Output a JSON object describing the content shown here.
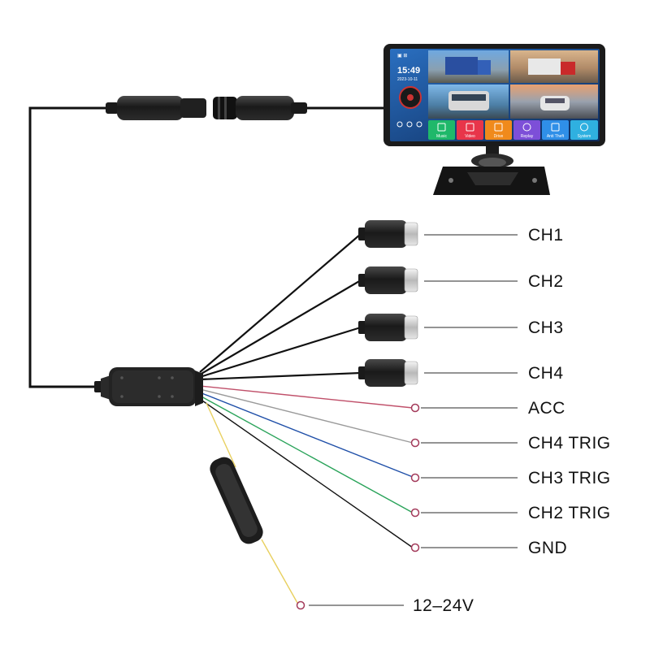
{
  "labels": {
    "ch1": "CH1",
    "ch2": "CH2",
    "ch3": "CH3",
    "ch4": "CH4",
    "acc": "ACC",
    "ch4_trig": "CH4 TRIG",
    "ch3_trig": "CH3 TRIG",
    "ch2_trig": "CH2 TRIG",
    "gnd": "GND",
    "power": "12–24V"
  },
  "monitor": {
    "time": "15:49",
    "date": "2023-10-11",
    "apps": [
      "Music",
      "Video",
      "Drive",
      "Replay",
      "Anti Theft",
      "System"
    ],
    "app_colors": [
      "#1fb86a",
      "#e8354a",
      "#f08a1c",
      "#7d4fd8",
      "#2f8fe8",
      "#2fb0e0"
    ]
  },
  "wire_colors": {
    "acc": "#c0506a",
    "ch4_trig": "#9a9a9a",
    "ch3_trig": "#1f4fa8",
    "ch2_trig": "#2aa35a",
    "gnd": "#111111",
    "power": "#e8d060"
  }
}
